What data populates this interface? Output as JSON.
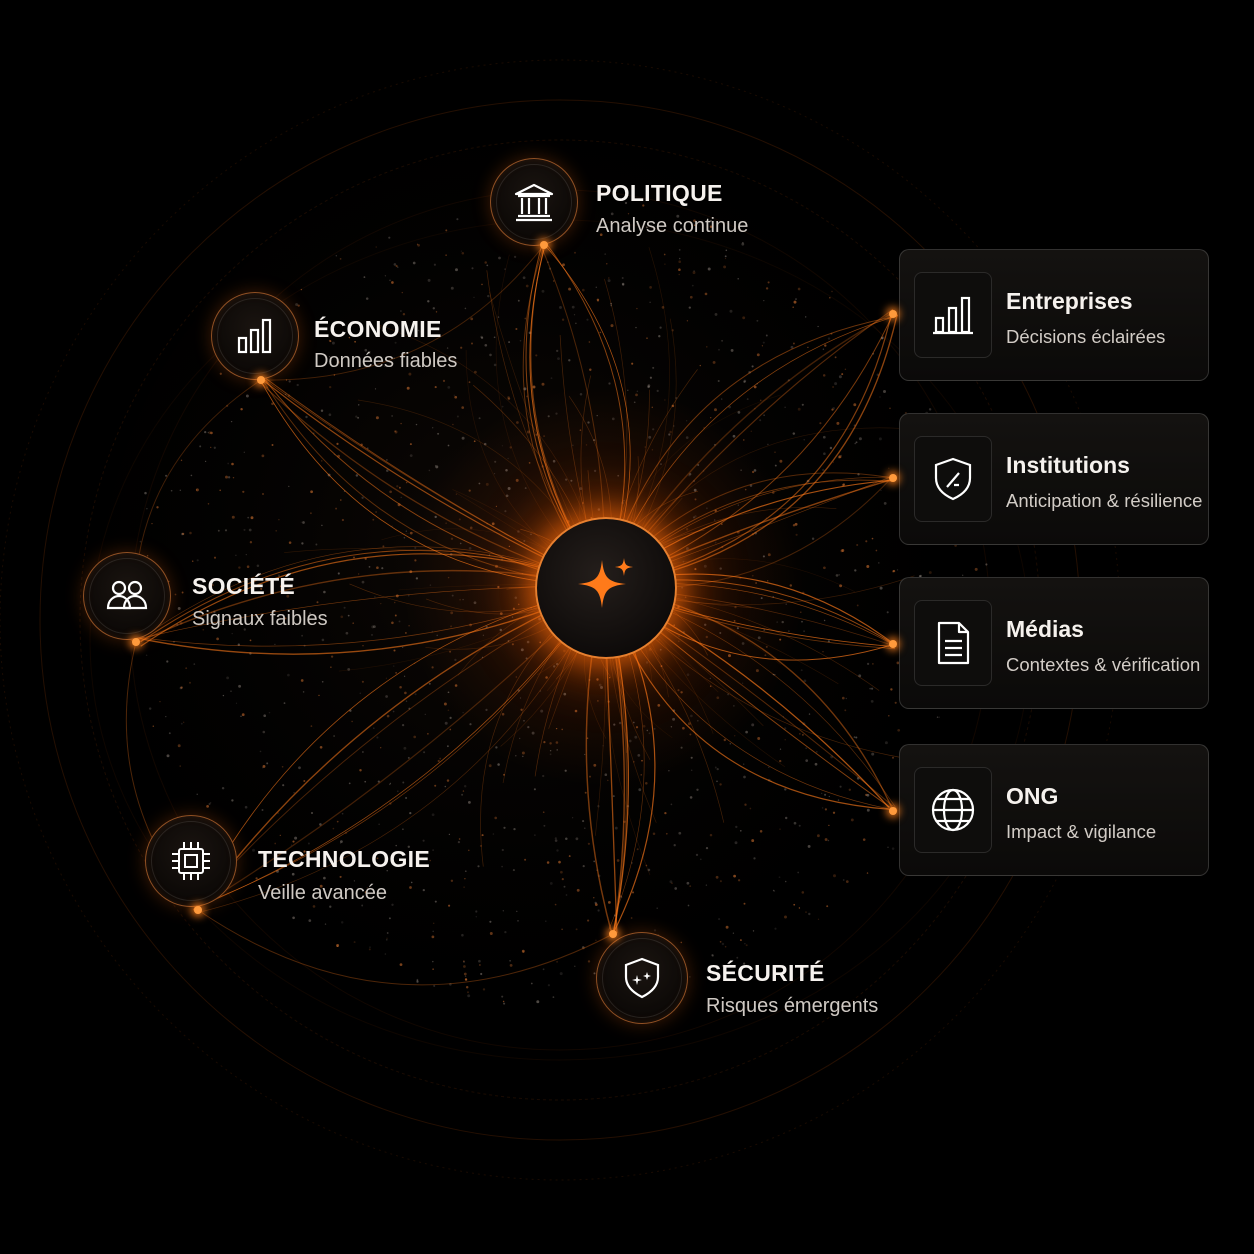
{
  "hub": {
    "icon": "sparkle-icon",
    "accent": "#ff7a1a"
  },
  "domains": [
    {
      "id": "politique",
      "title": "POLITIQUE",
      "subtitle": "Analyse continue",
      "icon": "institution-icon"
    },
    {
      "id": "economie",
      "title": "ÉCONOMIE",
      "subtitle": "Données fiables",
      "icon": "bar-chart-icon"
    },
    {
      "id": "societe",
      "title": "SOCIÉTÉ",
      "subtitle": "Signaux faibles",
      "icon": "people-icon"
    },
    {
      "id": "technologie",
      "title": "TECHNOLOGIE",
      "subtitle": "Veille avancée",
      "icon": "chip-icon"
    },
    {
      "id": "securite",
      "title": "SÉCURITÉ",
      "subtitle": "Risques émergents",
      "icon": "shield-sparkle-icon"
    }
  ],
  "audiences": [
    {
      "id": "entreprises",
      "title": "Entreprises",
      "subtitle": "Décisions éclairées",
      "icon": "bar-chart-icon"
    },
    {
      "id": "institutions",
      "title": "Institutions",
      "subtitle": "Anticipation & résilience",
      "icon": "shield-icon"
    },
    {
      "id": "medias",
      "title": "Médias",
      "subtitle": "Contextes & vérification",
      "icon": "document-icon"
    },
    {
      "id": "ong",
      "title": "ONG",
      "subtitle": "Impact & vigilance",
      "icon": "globe-icon"
    }
  ],
  "colors": {
    "background": "#000000",
    "accent": "#ff7a1a",
    "glow": "#ff9a3c",
    "text": "#f6f2ee",
    "muted": "#cfc9c3"
  }
}
